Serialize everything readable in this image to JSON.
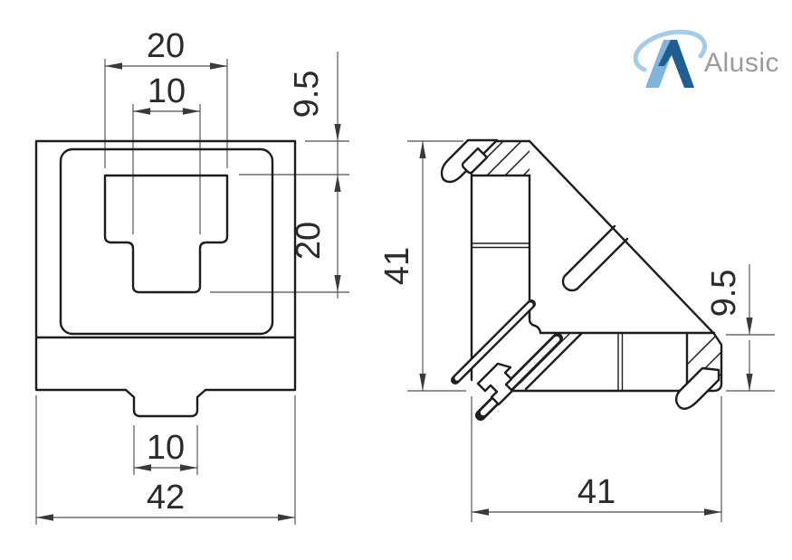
{
  "logo": {
    "brand_name": "Alusic"
  },
  "front_view": {
    "dim_top_width": "20",
    "dim_slot_width": "10",
    "dim_top_offset": "9.5",
    "dim_slot_height": "20",
    "dim_tab_width": "10",
    "dim_total_width": "42"
  },
  "side_view": {
    "dim_height": "41",
    "dim_leg_thickness": "9.5",
    "dim_width": "41"
  },
  "colors": {
    "c_object": "#1d1d1b",
    "c_dim": "#4f4f4f",
    "c_text": "#2b2b2b",
    "c_logo_light": "#7fb5dc",
    "c_logo_dark": "#1f5e90",
    "c_logo_swoosh": "#a5cbe7",
    "c_logo_text": "#9b9b9a"
  }
}
